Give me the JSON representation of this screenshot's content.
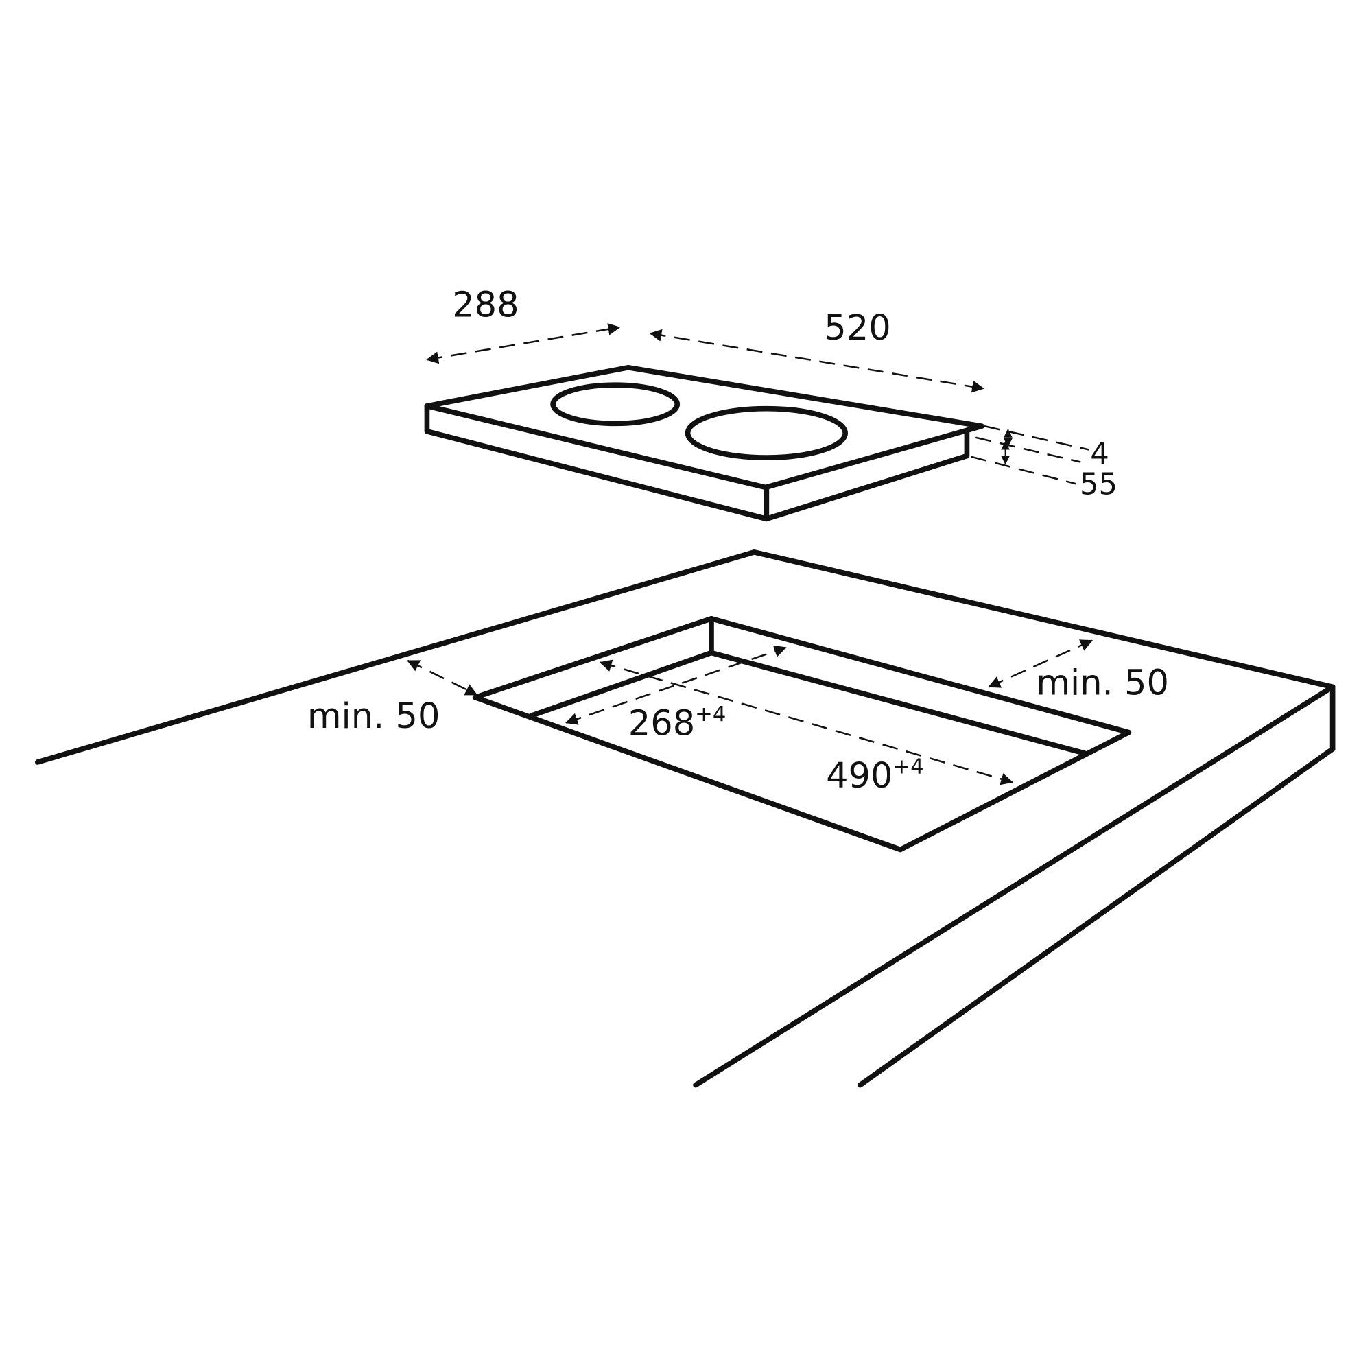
{
  "dimensions": {
    "hob_depth": "288",
    "hob_width": "520",
    "glass_thickness": "4",
    "hob_height": "55",
    "cutout_depth": "268",
    "cutout_depth_tolerance": "+4",
    "cutout_width": "490",
    "cutout_width_tolerance": "+4",
    "min_clearance_left": "min. 50",
    "min_clearance_right": "min. 50"
  },
  "colors": {
    "line": "#111111",
    "background": "#ffffff"
  }
}
